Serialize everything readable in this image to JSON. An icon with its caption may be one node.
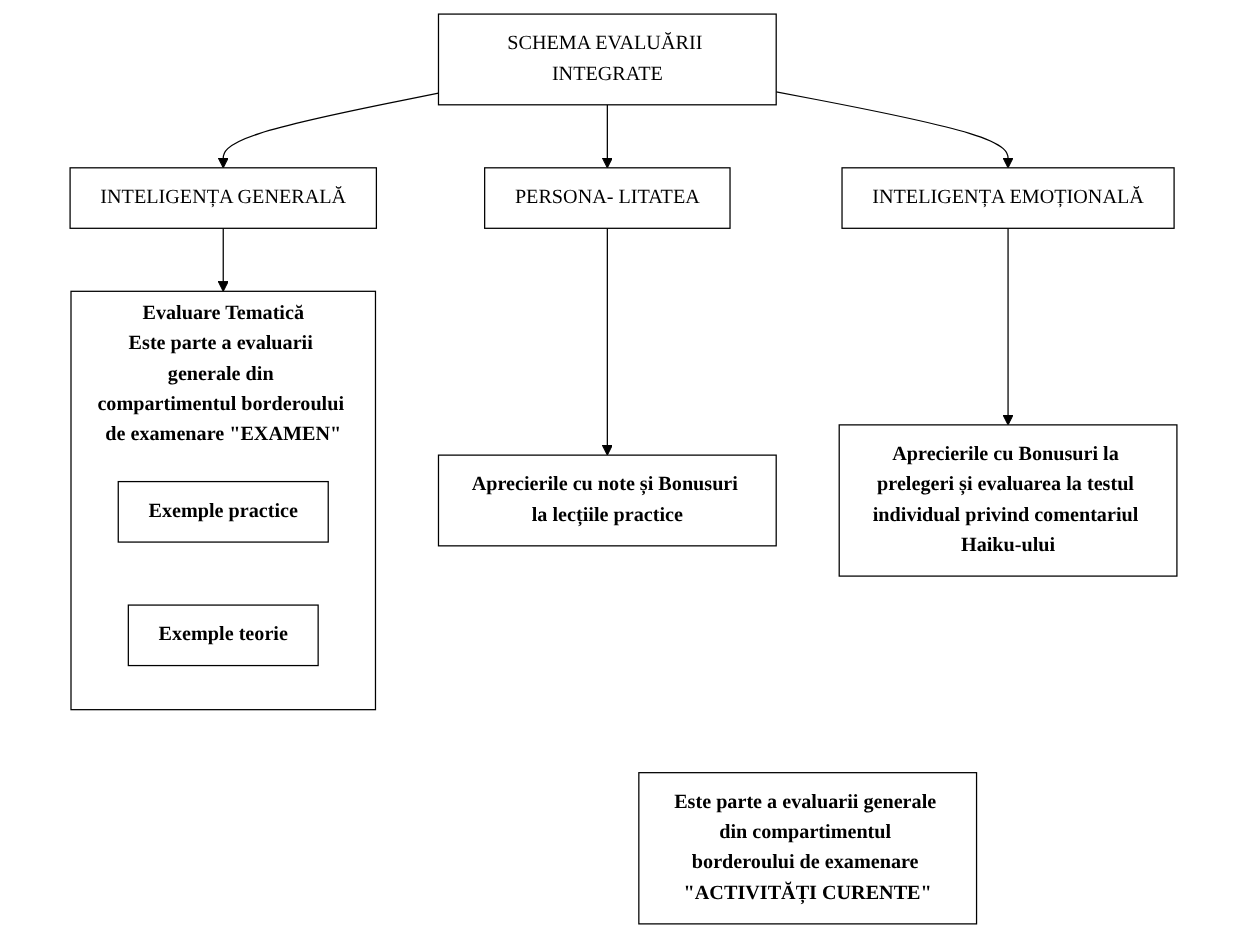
{
  "diagram": {
    "nodes": [
      {
        "text": [
          "SCHEMA EVALUĂRII INTEGRATE"
        ]
      },
      {
        "text": [
          "INTELIGENȚA GENERALĂ"
        ]
      },
      {
        "text": [
          "PERSONA- LITATEA"
        ]
      },
      {
        "text": [
          "INTELIGENȚA EMOȚIONALĂ"
        ]
      },
      {
        "text": [
          "Evaluare Tematică",
          "Este parte a evaluarii generale din compartimentul borderoului de examenare \"EXAMEN\""
        ]
      },
      {
        "text": [
          "Exemple practice"
        ],
        "in": 4
      },
      {
        "text": [
          "Exemple teorie"
        ],
        "in": 4
      },
      {
        "text": [
          "Aprecierile cu note și Bonusuri la lecțiile practice"
        ]
      },
      {
        "text": [
          "Aprecierile cu Bonusuri la prelegeri și evaluarea la testul individual privind comentariul Haiku-ului"
        ]
      },
      {
        "text": [
          "Este parte a evaluarii generale din compartimentul borderoului de examenare \"ACTIVITĂȚI CURENTE\""
        ]
      }
    ],
    "edges": [
      {
        "from": 0,
        "to": 1,
        "arrow": "to"
      },
      {
        "from": 0,
        "to": 2,
        "arrow": "to"
      },
      {
        "from": 0,
        "to": 3,
        "arrow": "to"
      },
      {
        "from": 1,
        "to": 4,
        "arrow": "to"
      },
      {
        "from": 2,
        "to": 7,
        "arrow": "to"
      },
      {
        "from": 3,
        "to": 8,
        "arrow": "to"
      }
    ]
  }
}
